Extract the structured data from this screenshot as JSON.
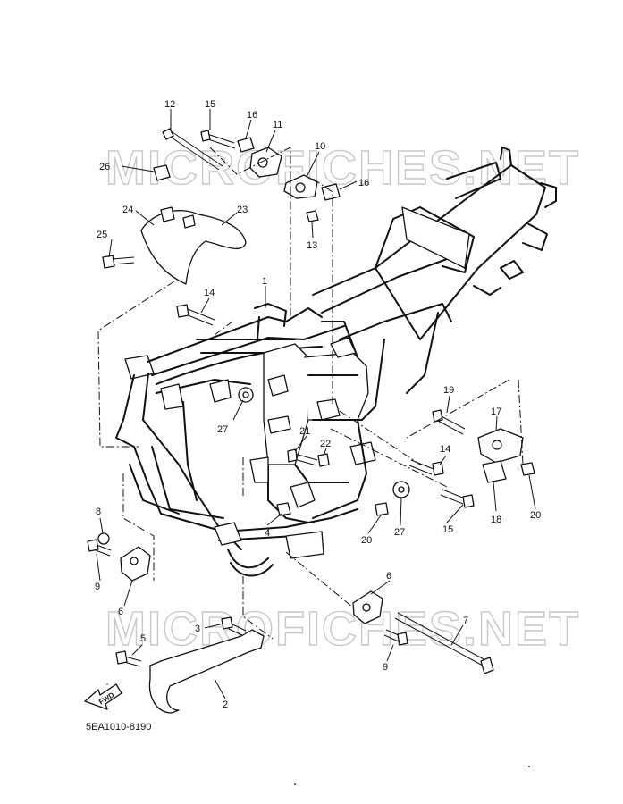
{
  "watermark": "MICROFICHES.NET",
  "forward_label": "FWD",
  "reference_code": "5EA1010-8190",
  "callouts": {
    "c1": "1",
    "c2": "2",
    "c3": "3",
    "c4": "4",
    "c5": "5",
    "c6a": "6",
    "c6b": "6",
    "c7": "7",
    "c8": "8",
    "c9a": "9",
    "c9b": "9",
    "c10": "10",
    "c11": "11",
    "c12": "12",
    "c13": "13",
    "c14a": "14",
    "c14b": "14",
    "c15a": "15",
    "c15b": "15",
    "c16a": "16",
    "c16b": "16",
    "c17": "17",
    "c18": "18",
    "c19": "19",
    "c20a": "20",
    "c20b": "20",
    "c21": "21",
    "c22": "22",
    "c23": "23",
    "c24": "24",
    "c25": "25",
    "c26": "26",
    "c27a": "27",
    "c27b": "27"
  }
}
